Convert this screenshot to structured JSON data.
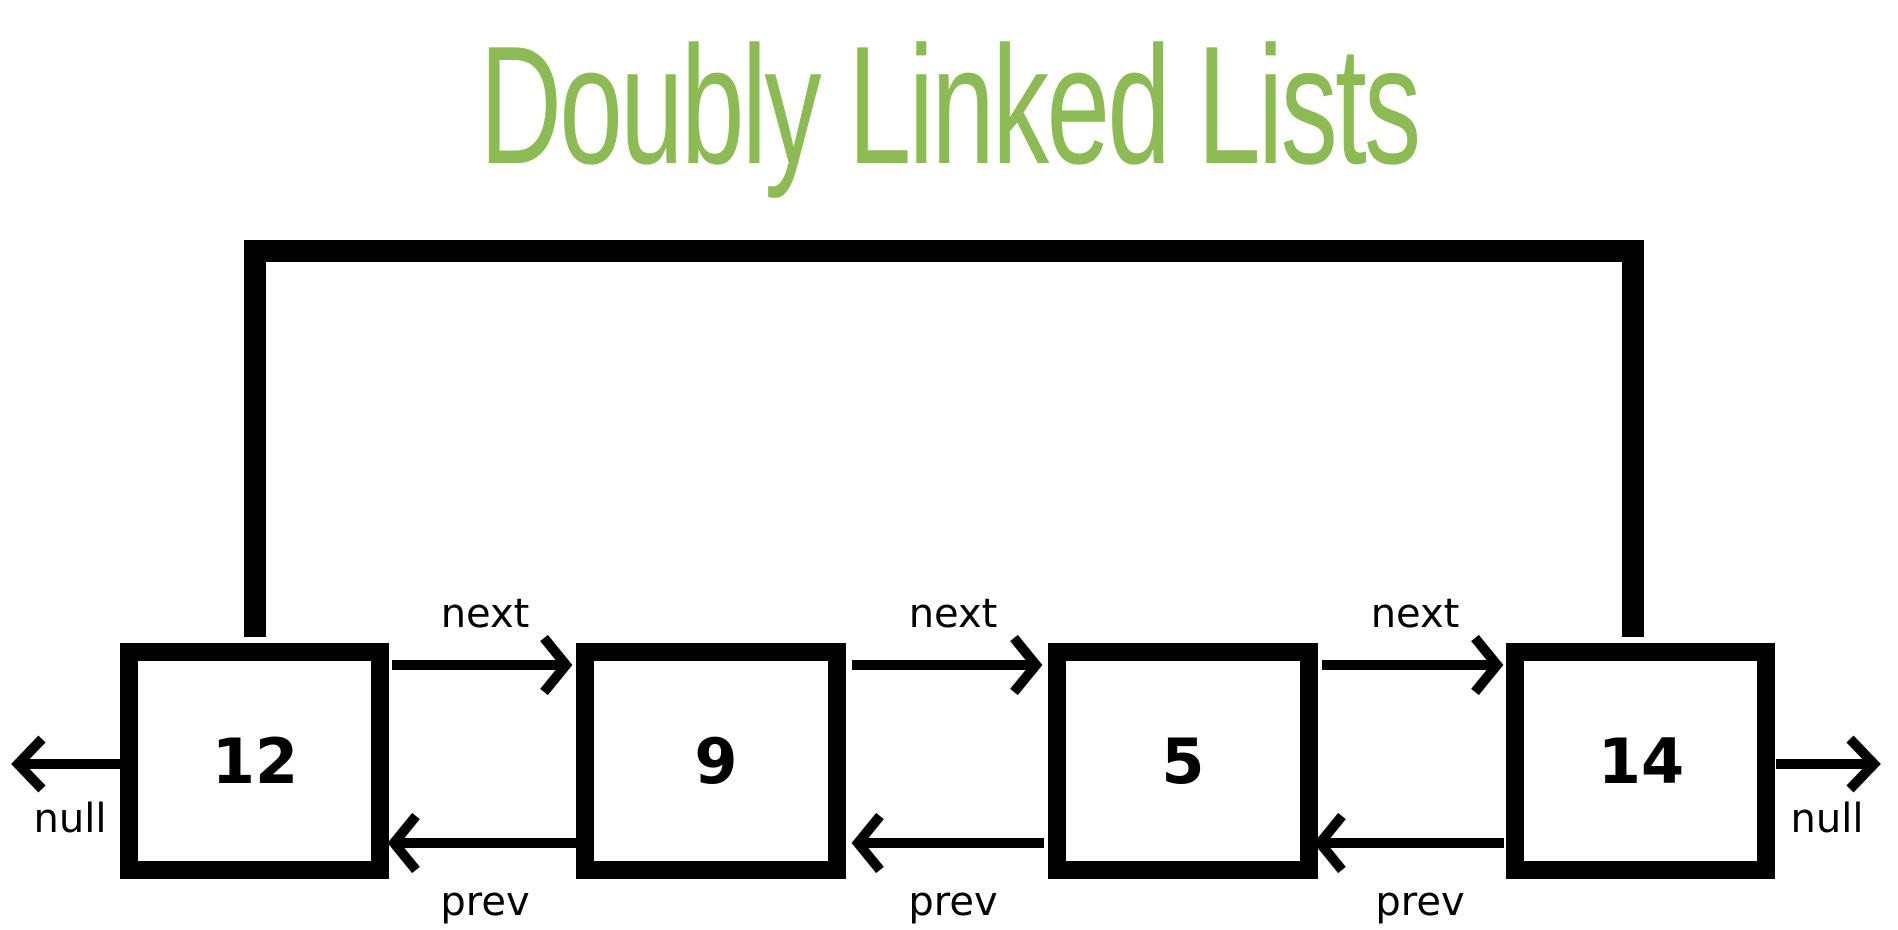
{
  "title": "Doubly Linked Lists",
  "colors": {
    "title": "#8bbb52",
    "stroke": "#000000",
    "background": "#ffffff"
  },
  "nodes": [
    {
      "value": "12"
    },
    {
      "value": "9"
    },
    {
      "value": "5"
    },
    {
      "value": "14"
    }
  ],
  "links": {
    "next_label": "next",
    "prev_label": "prev"
  },
  "ends": {
    "left_label": "null",
    "right_label": "null"
  }
}
